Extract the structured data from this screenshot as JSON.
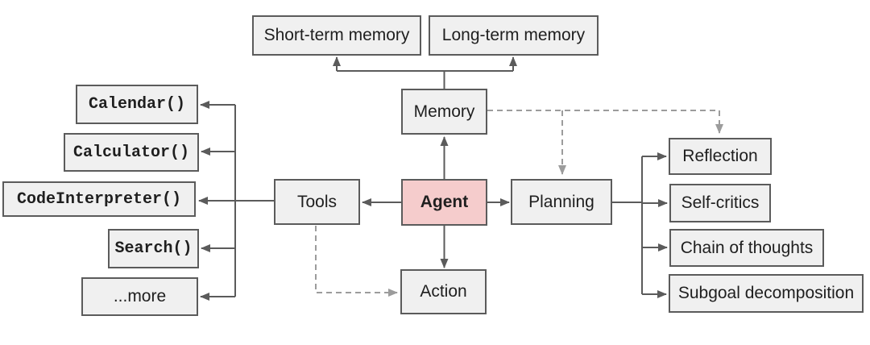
{
  "nodes": {
    "short_term_memory": {
      "label": "Short-term memory"
    },
    "long_term_memory": {
      "label": "Long-term memory"
    },
    "memory": {
      "label": "Memory"
    },
    "agent": {
      "label": "Agent"
    },
    "tools": {
      "label": "Tools"
    },
    "planning": {
      "label": "Planning"
    },
    "action": {
      "label": "Action"
    },
    "calendar": {
      "label": "Calendar()"
    },
    "calculator": {
      "label": "Calculator()"
    },
    "code_interpreter": {
      "label": "CodeInterpreter()"
    },
    "search": {
      "label": "Search()"
    },
    "more": {
      "label": "...more"
    },
    "reflection": {
      "label": "Reflection"
    },
    "self_critics": {
      "label": "Self-critics"
    },
    "chain_of_thoughts": {
      "label": "Chain of thoughts"
    },
    "subgoal_decomposition": {
      "label": "Subgoal decomposition"
    }
  },
  "edges": [
    {
      "from": "agent",
      "to": "memory",
      "style": "solid"
    },
    {
      "from": "memory",
      "to": "short_term_memory",
      "style": "solid"
    },
    {
      "from": "memory",
      "to": "long_term_memory",
      "style": "solid"
    },
    {
      "from": "agent",
      "to": "tools",
      "style": "solid"
    },
    {
      "from": "agent",
      "to": "planning",
      "style": "solid"
    },
    {
      "from": "agent",
      "to": "action",
      "style": "solid"
    },
    {
      "from": "tools",
      "to": "calendar",
      "style": "solid"
    },
    {
      "from": "tools",
      "to": "calculator",
      "style": "solid"
    },
    {
      "from": "tools",
      "to": "code_interpreter",
      "style": "solid"
    },
    {
      "from": "tools",
      "to": "search",
      "style": "solid"
    },
    {
      "from": "tools",
      "to": "more",
      "style": "solid"
    },
    {
      "from": "planning",
      "to": "reflection",
      "style": "solid"
    },
    {
      "from": "planning",
      "to": "self_critics",
      "style": "solid"
    },
    {
      "from": "planning",
      "to": "chain_of_thoughts",
      "style": "solid"
    },
    {
      "from": "planning",
      "to": "subgoal_decomposition",
      "style": "solid"
    },
    {
      "from": "memory",
      "to": "planning",
      "style": "dashed"
    },
    {
      "from": "memory",
      "to": "reflection",
      "style": "dashed"
    },
    {
      "from": "tools",
      "to": "action",
      "style": "dashed"
    }
  ],
  "colors": {
    "background": "#ffffff",
    "node_fill": "#f0f0f0",
    "node_border": "#5b5b5b",
    "agent_fill": "#f5cccc",
    "solid_edge": "#5b5b5b",
    "dashed_edge": "#9c9c9c",
    "text": "#1f1f1f"
  }
}
